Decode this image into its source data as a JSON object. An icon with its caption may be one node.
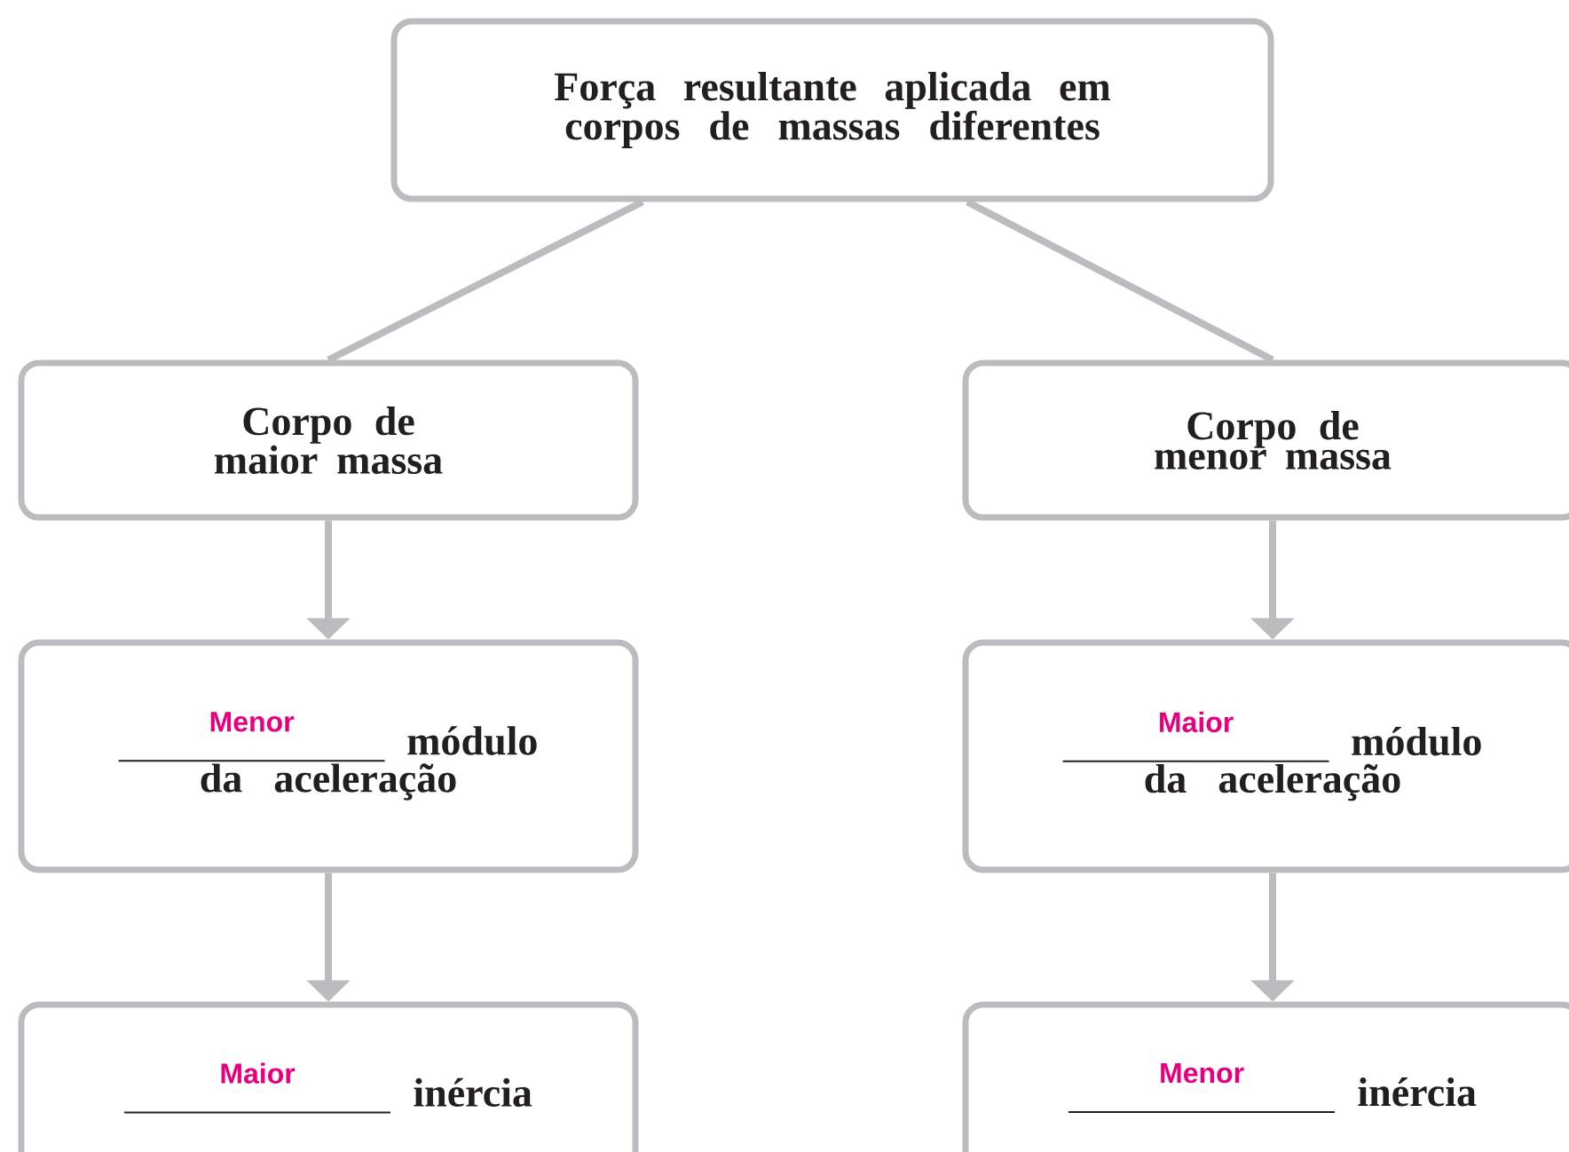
{
  "diagram": {
    "nodes": [
      {
        "text": [
          "Força resultante aplicada em corpos de massas diferentes"
        ]
      },
      {
        "text": [
          "Corpo de maior massa"
        ]
      },
      {
        "text": [
          "Corpo de menor massa"
        ]
      },
      {
        "text": [
          "Menor",
          "módulo da aceleração"
        ]
      },
      {
        "text": [
          "Maior",
          "módulo da aceleração"
        ]
      },
      {
        "text": [
          "Maior",
          "inércia"
        ]
      },
      {
        "text": [
          "Menor",
          "inércia"
        ]
      }
    ],
    "edges": [
      {
        "from": 0,
        "to": 1,
        "arrow": "none"
      },
      {
        "from": 0,
        "to": 2,
        "arrow": "none"
      },
      {
        "from": 1,
        "to": 3,
        "arrow": "to"
      },
      {
        "from": 3,
        "to": 5,
        "arrow": "to"
      },
      {
        "from": 2,
        "to": 4,
        "arrow": "to"
      },
      {
        "from": 4,
        "to": 6,
        "arrow": "to"
      }
    ]
  }
}
